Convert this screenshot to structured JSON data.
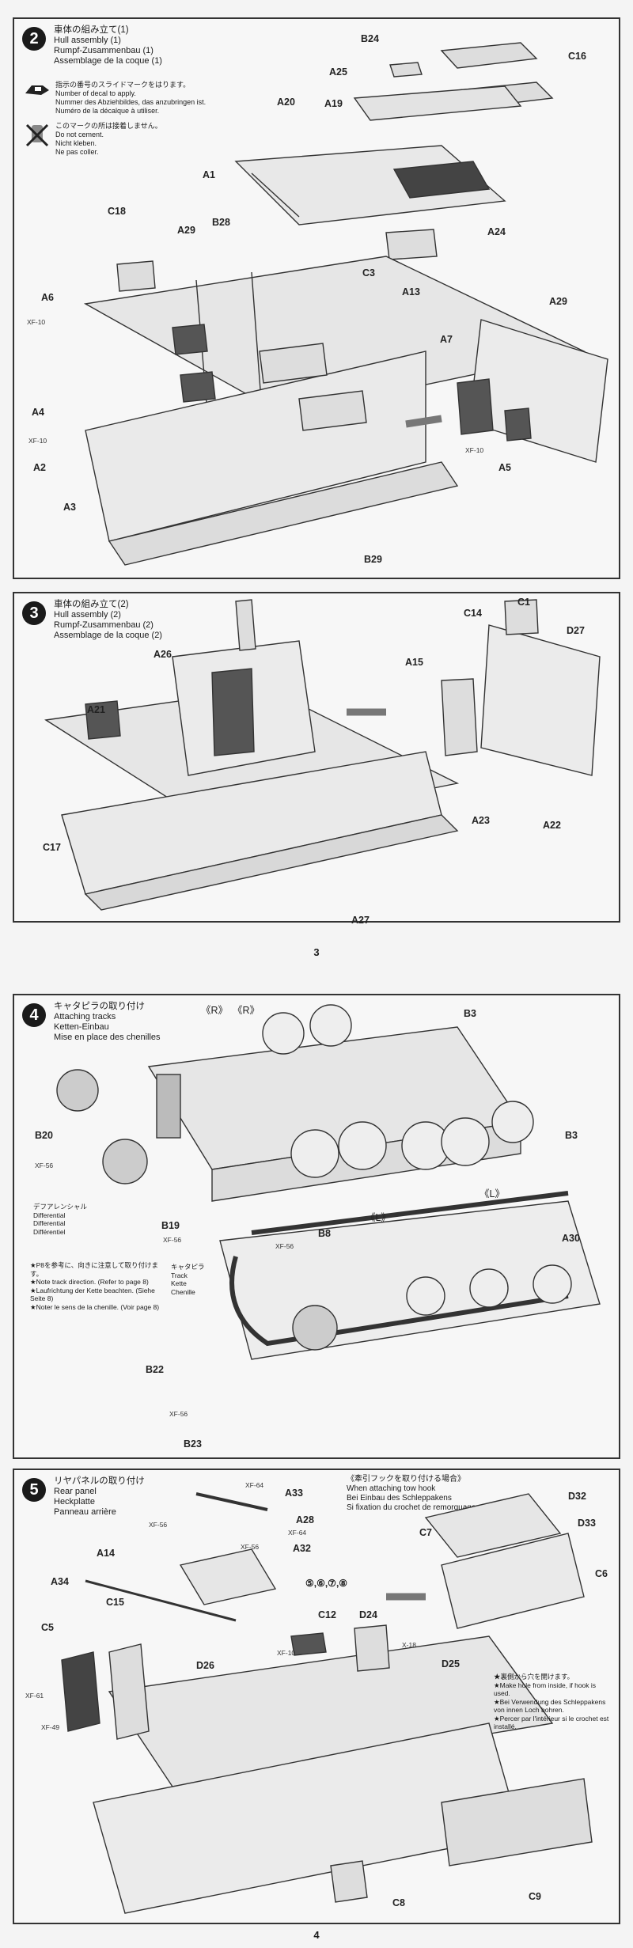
{
  "page_top": "3",
  "page_bottom": "4",
  "step2": {
    "number": "2",
    "title_jp": "車体の組み立て(1)",
    "title_en": "Hull assembly (1)",
    "title_de": "Rumpf-Zusammenbau (1)",
    "title_fr": "Assemblage de la coque (1)",
    "legend_decal_jp": "指示の番号のスライドマークをはります。",
    "legend_decal_en": "Number of decal to apply.",
    "legend_decal_de": "Nummer des Abziehbildes, das anzubringen ist.",
    "legend_decal_fr": "Numéro de la décalque à utiliser.",
    "legend_cement_jp": "このマークの所は接着しません。",
    "legend_cement_en": "Do not cement.",
    "legend_cement_de": "Nicht kleben.",
    "legend_cement_fr": "Ne pas coller.",
    "labels": [
      "B24",
      "C16",
      "A25",
      "A20",
      "A19",
      "A1",
      "A24",
      "A13",
      "C18",
      "A29",
      "B28",
      "C3",
      "A6",
      "A29",
      "A7",
      "A4",
      "A2",
      "A3",
      "A5",
      "B29"
    ],
    "paints": [
      "XF-10",
      "XF-10",
      "XF-10"
    ]
  },
  "step3": {
    "number": "3",
    "title_jp": "車体の組み立て(2)",
    "title_en": "Hull assembly (2)",
    "title_de": "Rumpf-Zusammenbau (2)",
    "title_fr": "Assemblage de la coque (2)",
    "labels": [
      "C1",
      "C14",
      "D27",
      "A26",
      "A15",
      "A21",
      "A23",
      "A22",
      "C17",
      "A27"
    ]
  },
  "step4": {
    "number": "4",
    "title_jp": "キャタピラの取り付け",
    "title_en": "Attaching tracks",
    "title_de": "Ketten-Einbau",
    "title_fr": "Mise en place des chenilles",
    "r1": "《R》",
    "r2": "《R》",
    "l1": "《L》",
    "l2": "《L》",
    "labels": [
      "B3",
      "B20",
      "B3",
      "B19",
      "B8",
      "A30",
      "B22",
      "B23"
    ],
    "paints": [
      "XF-56",
      "XF-56",
      "XF-56",
      "XF-56"
    ],
    "diff_jp": "デフアレンシャル",
    "diff_en": "Differential",
    "diff_de": "Differential",
    "diff_fr": "Différentiel",
    "track_jp": "キャタピラ",
    "track_en": "Track",
    "track_de": "Kette",
    "track_fr": "Chenille",
    "note_jp": "★P8を参考に、向きに注意して取り付けます。",
    "note_en": "★Note track direction. (Refer to page 8)",
    "note_de": "★Laufrichtung der Kette beachten. (Siehe Seite 8)",
    "note_fr": "★Noter le sens de la chenille. (Voir page 8)"
  },
  "step5": {
    "number": "5",
    "title_jp": "リヤパネルの取り付け",
    "title_en": "Rear panel",
    "title_de": "Heckplatte",
    "title_fr": "Panneau arrière",
    "tow_jp": "《牽引フックを取り付ける場合》",
    "tow_en": "When attaching tow hook",
    "tow_de": "Bei Einbau des Schleppakens",
    "tow_fr": "Si fixation du crochet de remorquage",
    "refs": "⑤,⑥,⑦,⑧",
    "labels": [
      "A33",
      "A28",
      "A32",
      "A14",
      "A34",
      "C15",
      "C5",
      "C12",
      "D24",
      "D26",
      "D25",
      "D32",
      "D33",
      "C7",
      "C6",
      "C8",
      "C9"
    ],
    "paints": [
      "XF-64",
      "XF-56",
      "XF-64",
      "XF-56",
      "XF-10",
      "X-18",
      "XF-61",
      "XF-49"
    ],
    "hole_jp": "★裏側から穴を開けます。",
    "hole_en": "★Make hole from inside, if hook is used.",
    "hole_de": "★Bei Verwendung des Schleppakens von innen Loch bohren.",
    "hole_fr": "★Percer par l'intérieur si le crochet est installé."
  }
}
